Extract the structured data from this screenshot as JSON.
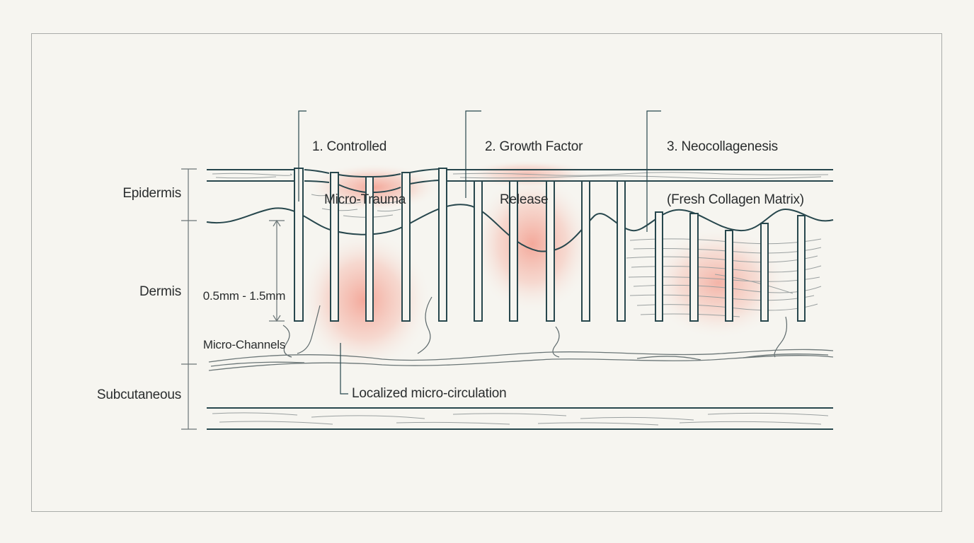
{
  "layers": {
    "epidermis": "Epidermis",
    "dermis": "Dermis",
    "subcutaneous": "Subcutaneous"
  },
  "channels": {
    "line1": "0.5mm - 1.5mm",
    "line2": "Micro-Channels"
  },
  "stages": [
    {
      "line1": "1. Controlled",
      "line2": "Micro-Trauma"
    },
    {
      "line1": "2. Growth Factor",
      "line2": "Release"
    },
    {
      "line1": "3. Neocollagenesis",
      "line2": "(Fresh Collagen Matrix)"
    }
  ],
  "circulation": "Localized micro-circulation",
  "colors": {
    "ink": "#27474d",
    "line_gray": "#9aa0a0",
    "glow": "#f26a55",
    "background": "#f6f5f0"
  }
}
